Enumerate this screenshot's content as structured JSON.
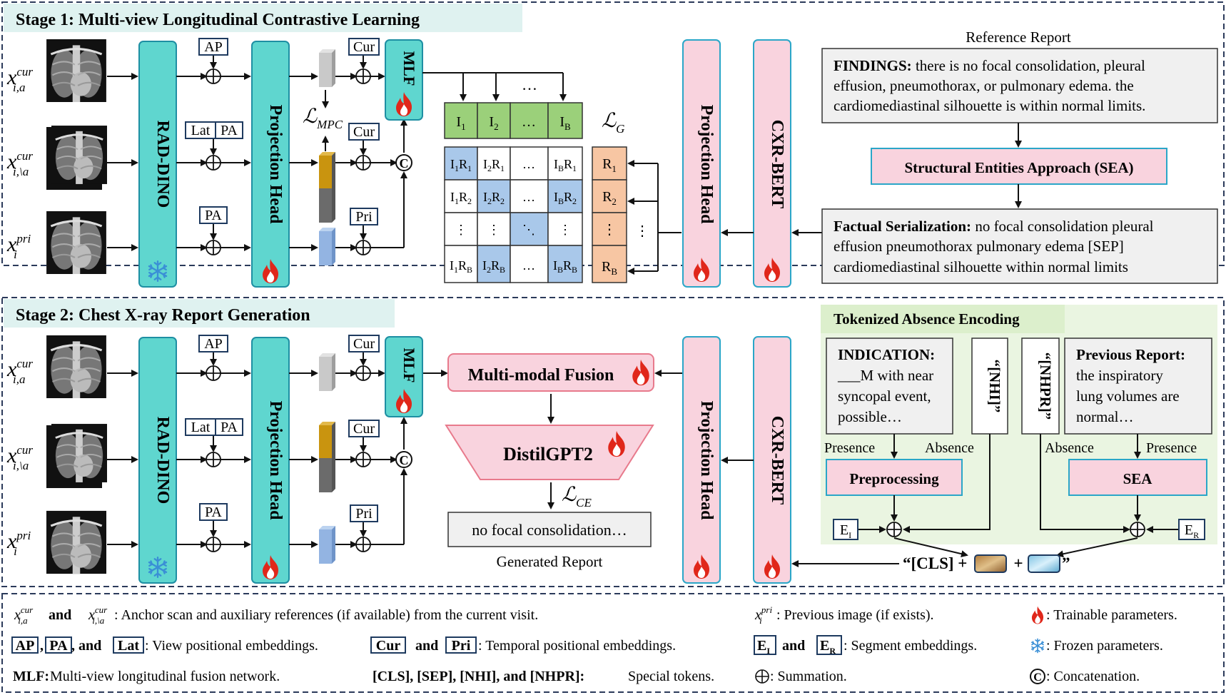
{
  "stage1": {
    "title": "Stage 1: Multi-view Longitudinal Contrastive Learning",
    "reference_report_label": "Reference Report",
    "findings_label": "FINDINGS:",
    "findings_text_1": " there is no focal consolidation, pleural",
    "findings_text_2": "effusion, pneumothorax, or pulmonary edema. the",
    "findings_text_3": "cardiomediastinal silhouette is within normal limits.",
    "sea_box": "Structural Entities Approach (SEA)",
    "factual_label": "Factual Serialization:",
    "factual_text_1": " no focal consolidation pleural",
    "factual_text_2": "effusion pneumothorax pulmonary edema [SEP]",
    "factual_text_3": "cardiomediastinal silhouette within normal limits",
    "loss_mpc": "MPC",
    "loss_g": "G",
    "image_tokens": [
      "I",
      "I",
      "…",
      "I"
    ],
    "image_token_subs": [
      "1",
      "2",
      "",
      "B"
    ],
    "report_tokens": [
      "R",
      "R",
      "⋮",
      "R"
    ],
    "report_token_subs": [
      "1",
      "2",
      "",
      "B"
    ]
  },
  "stage2": {
    "title": "Stage 2: Chest X-ray Report Generation",
    "fusion_label": "Multi-modal Fusion",
    "decoder_label": "DistilGPT2",
    "loss_ce": "CE",
    "generated_text": "no focal consolidation…",
    "generated_label": "Generated Report",
    "tae_title": "Tokenized Absence Encoding",
    "indication_label": "INDICATION:",
    "indication_lines": [
      "___M with near",
      "syncopal event,",
      "possible…"
    ],
    "nhi_token": "“[NHI]”",
    "nhpr_token": "“[NHPR]”",
    "previous_label": "Previous Report:",
    "previous_lines": [
      "the inspiratory",
      "lung volumes are",
      "normal…"
    ],
    "presence": "Presence",
    "absence": "Absence",
    "preprocessing": "Preprocessing",
    "sea": "SEA",
    "e_i": "E",
    "e_i_sub": "I",
    "e_r": "E",
    "e_r_sub": "R",
    "cls_prefix": "“[CLS] +",
    "cls_plus": "+",
    "cls_suffix": "”"
  },
  "blocks": {
    "rad_dino": "RAD-DINO",
    "projection_head": "Projection Head",
    "mlf": "MLF",
    "cxr_bert": "CXR-BERT",
    "ap": "AP",
    "lat": "Lat",
    "pa": "PA",
    "cur": "Cur",
    "pri": "Pri"
  },
  "inputs": {
    "x_label": "x",
    "cur_sup": "cur",
    "pri_sup": "pri",
    "sub_a": "i,a",
    "sub_not_a": "i,\\a",
    "sub_i": "i"
  },
  "legend": {
    "row1_and": "and",
    "row1_anchor": ": Anchor scan and auxiliary references (if available) from the current visit.",
    "row1_prev": ": Previous image (if exists).",
    "row1_trainable": ": Trainable parameters.",
    "row2_ap": "AP",
    "row2_pa": "PA",
    "row2_lat": "Lat",
    "row2_comma": ",",
    "row2_and": ", and",
    "row2_view": ": View positional embeddings.",
    "row2_cur": "Cur",
    "row2_and2": "and",
    "row2_pri": "Pri",
    "row2_temporal": ": Temporal positional embeddings.",
    "row2_ei": "E",
    "row2_and3": "and",
    "row2_er": "E",
    "row2_segment": ": Segment embeddings.",
    "row2_frozen": ": Frozen parameters.",
    "row3_mlf": "MLF:",
    "row3_mlf_text": " Multi-view longitudinal fusion network.",
    "row3_tokens": "[CLS], [SEP], [NHI], and [NHPR]:",
    "row3_tokens_text": " Special tokens.",
    "row3_sum": ": Summation.",
    "row3_concat": ": Concatenation."
  },
  "colors": {
    "teal": "#5fd6cf",
    "teal_border": "#1e8fa3",
    "pink": "#f9d3de",
    "pink_border": "#2aa6c8",
    "green": "#9bd07a",
    "blue_cell": "#a9c8ea",
    "orange": "#f7c6a3",
    "stage_bg": "#dff2f0",
    "tae_bg": "#eaf5e1",
    "flame": "#e0271a"
  }
}
